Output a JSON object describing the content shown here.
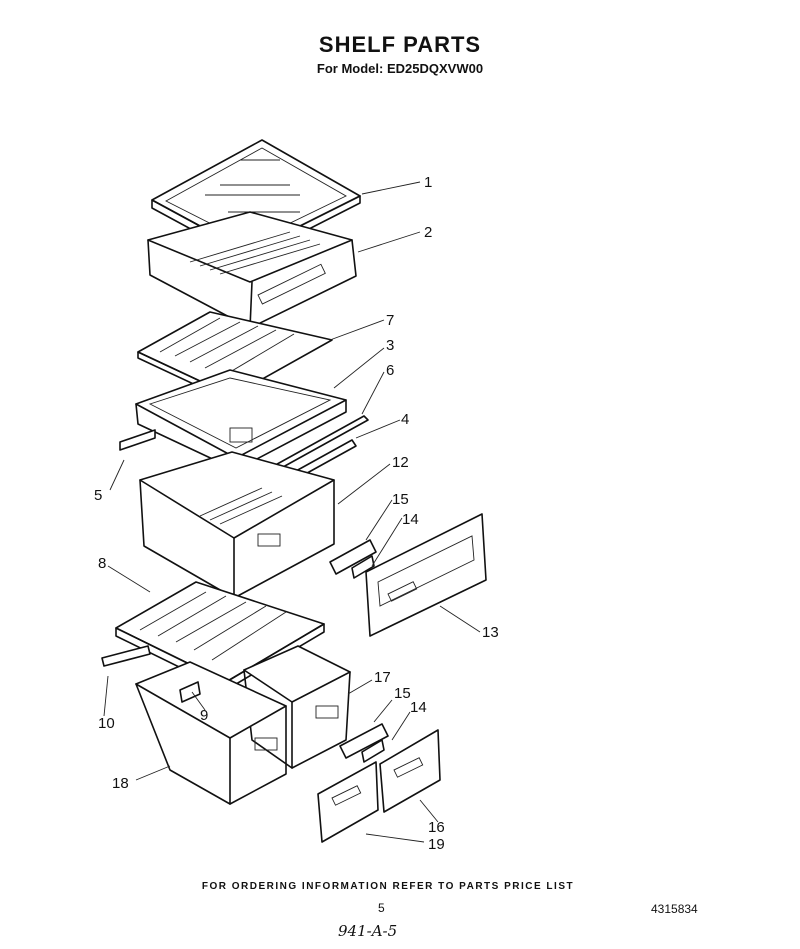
{
  "header": {
    "title": "SHELF PARTS",
    "model": "For Model: ED25DQXVW00"
  },
  "footer": {
    "ordering_note": "FOR ORDERING INFORMATION REFER TO PARTS PRICE LIST",
    "page_number": "5",
    "document_number": "4315834",
    "handwritten_note": "941-A-5"
  },
  "callouts": [
    "1",
    "2",
    "7",
    "3",
    "6",
    "4",
    "5",
    "12",
    "15",
    "14",
    "8",
    "13",
    "17",
    "15",
    "14",
    "10",
    "9",
    "18",
    "16",
    "19"
  ]
}
